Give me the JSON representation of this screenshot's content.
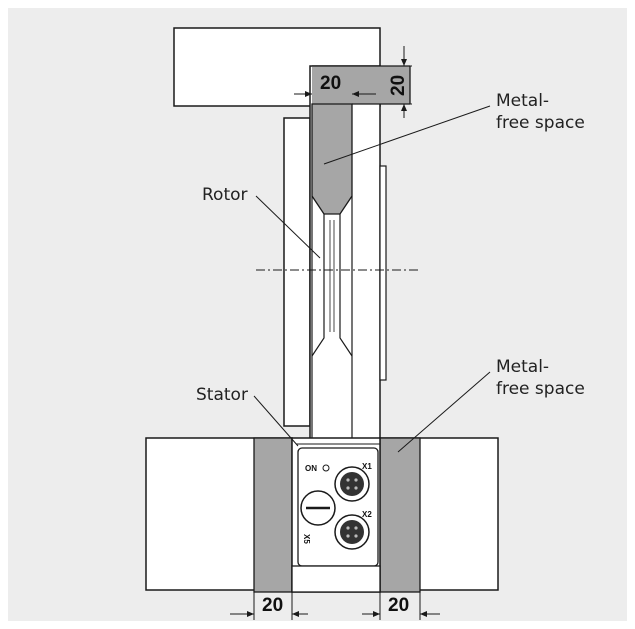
{
  "labels": {
    "metal_free_top_line1": "Metal-",
    "metal_free_top_line2": "free space",
    "rotor": "Rotor",
    "stator": "Stator",
    "metal_free_bottom_line1": "Metal-",
    "metal_free_bottom_line2": "free space"
  },
  "dimensions": {
    "top_width": "20",
    "top_height": "20",
    "bottom_left": "20",
    "bottom_right": "20"
  },
  "connectors": {
    "x1": "X1",
    "x2": "X2",
    "x5": "X5",
    "on": "ON"
  },
  "colors": {
    "background": "#ededed",
    "metal_free_fill": "#a6a6a6",
    "outline": "#1a1a1a",
    "part_fill": "#ffffff"
  }
}
